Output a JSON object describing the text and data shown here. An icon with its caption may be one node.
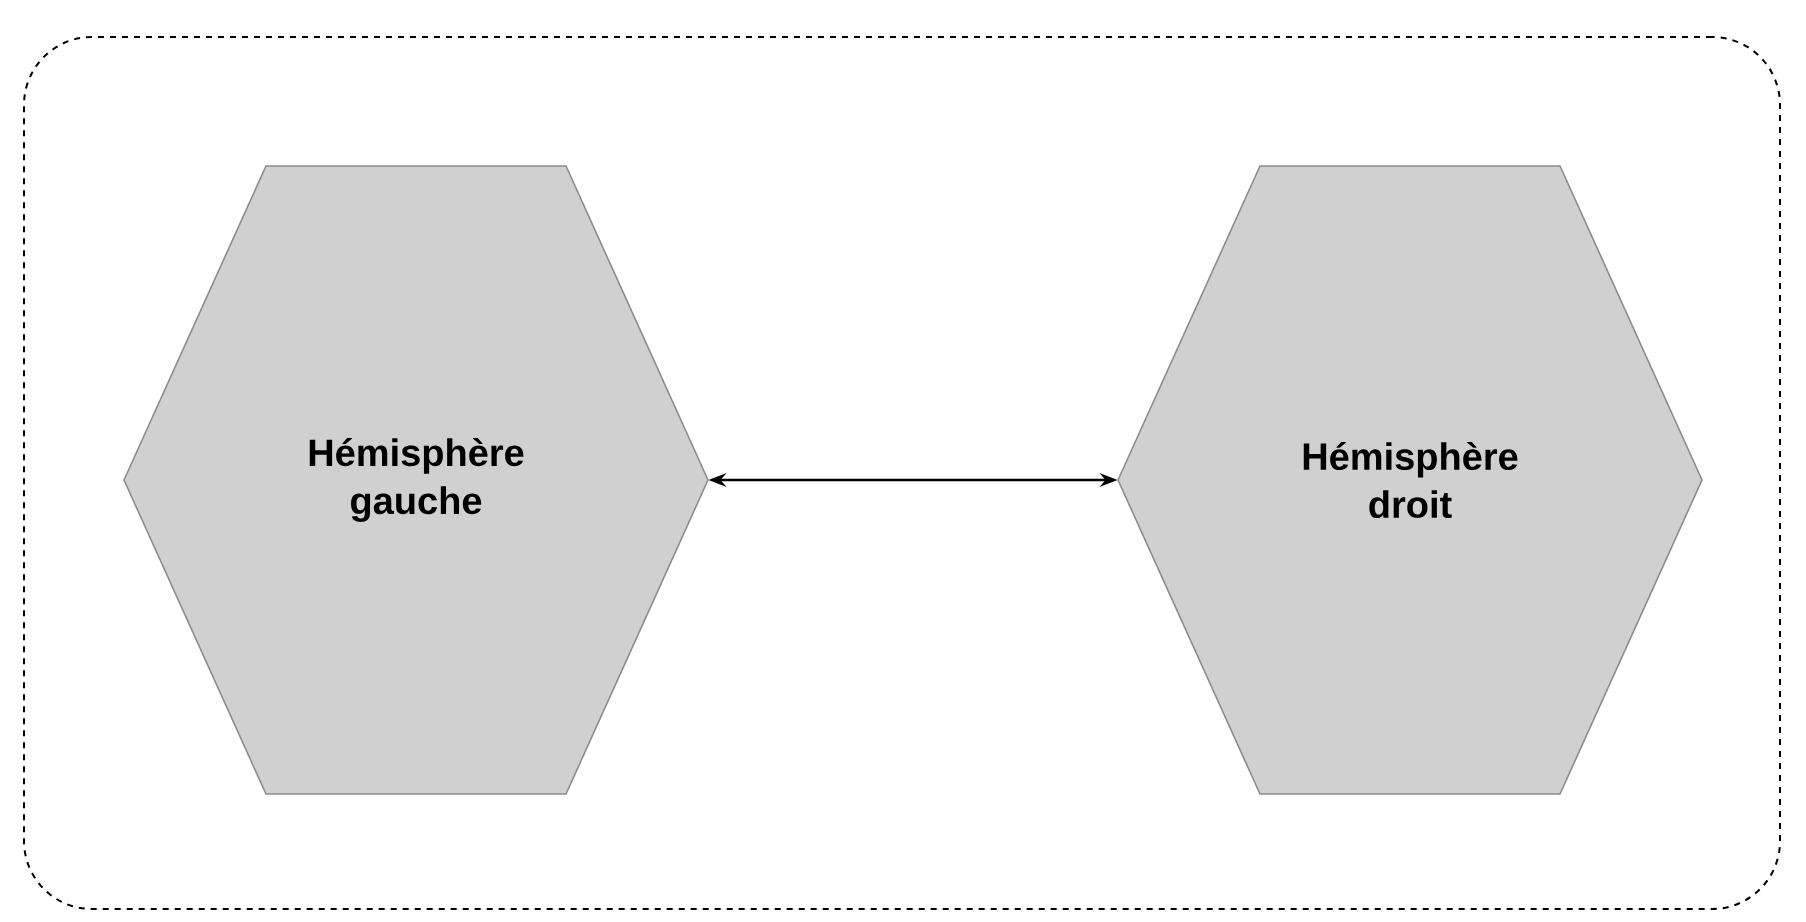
{
  "diagram": {
    "nodes": [
      {
        "text": [],
        "shape": "box"
      },
      {
        "text": [
          "Hémisphère gauche"
        ],
        "in": 0
      },
      {
        "text": [
          "Hémisphère droit"
        ],
        "in": 0
      }
    ],
    "edges": [
      {
        "from": 1,
        "to": 2,
        "arrow": "both"
      }
    ]
  }
}
